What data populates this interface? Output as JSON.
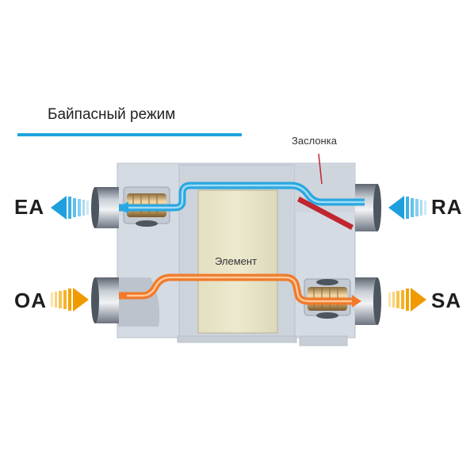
{
  "title": "Байпасный режим",
  "labels": {
    "damper": "Заслонка",
    "element": "Элемент",
    "exhaust_air": "EA",
    "return_air": "RA",
    "outdoor_air": "OA",
    "supply_air": "SA"
  },
  "colors": {
    "title_rule": "#1fa4dd",
    "exhaust_flow": "#2aa7e0",
    "supply_flow": "#f07a2a",
    "damper": "#c0262f",
    "housing": "#d2d8e0",
    "element": "#e8e4c7",
    "arrow_blue": "#2aa7e0",
    "arrow_orange": "#f3a000"
  },
  "icons": [
    "fan-icon",
    "damper-icon",
    "blue-chevron-icon",
    "orange-chevron-icon",
    "duct-icon"
  ]
}
